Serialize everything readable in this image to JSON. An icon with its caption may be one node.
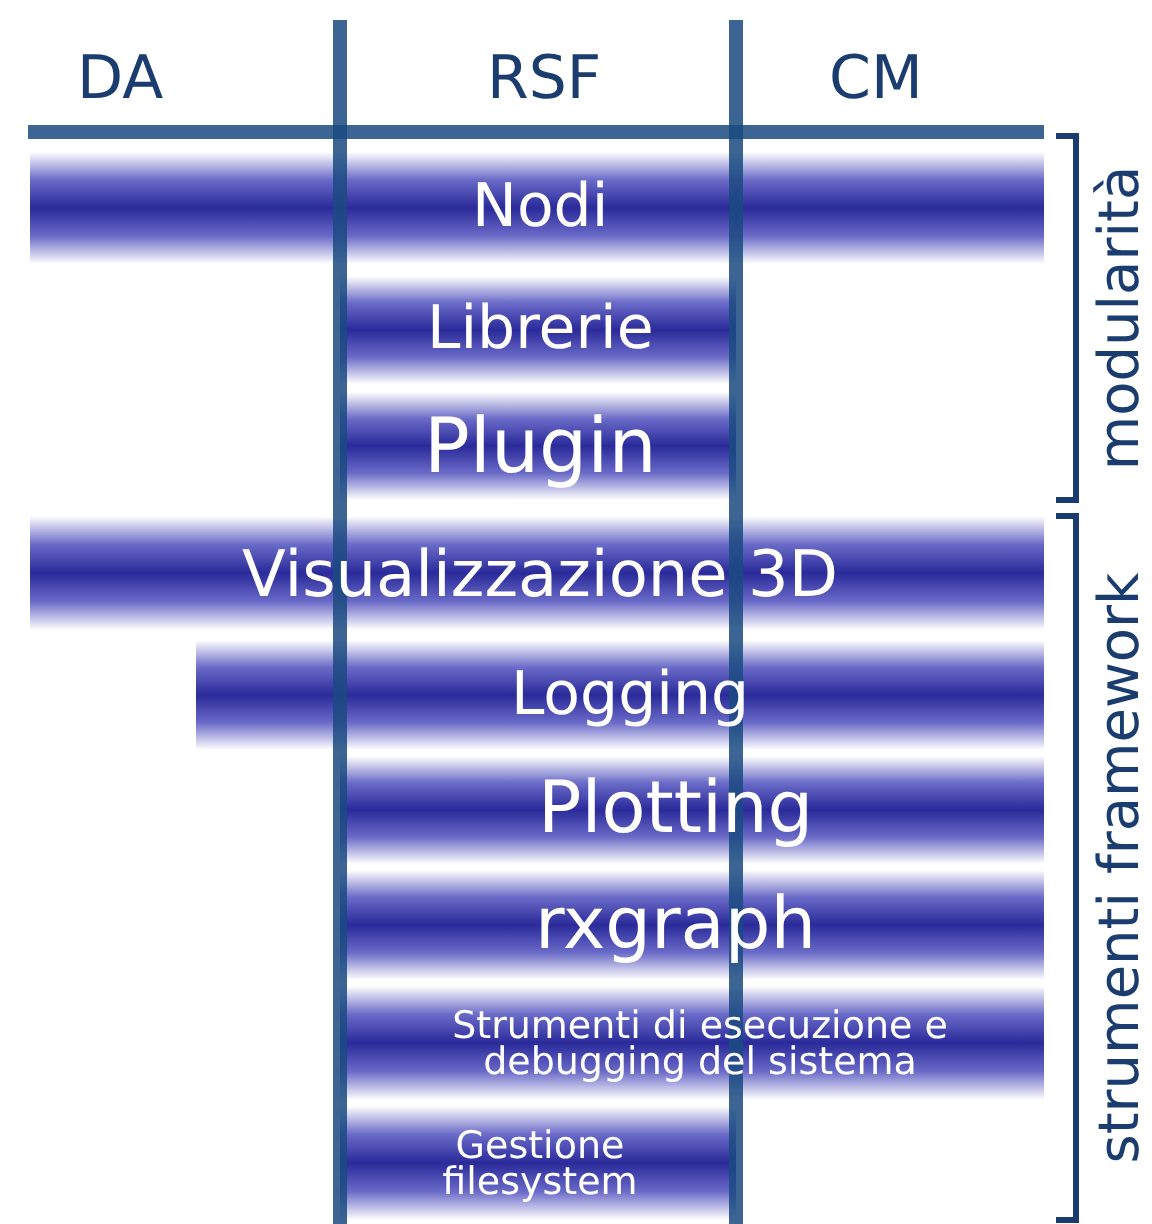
{
  "diagram": {
    "nodes": [
      {
        "text": [
          "Nodi"
        ]
      },
      {
        "text": [
          "Librerie"
        ]
      },
      {
        "text": [
          "Plugin"
        ]
      },
      {
        "text": [
          "Visualizzazione 3D"
        ]
      },
      {
        "text": [
          "Logging"
        ]
      },
      {
        "text": [
          "Plotting"
        ]
      },
      {
        "text": [
          "rxgraph"
        ]
      },
      {
        "text": [
          "Strumenti di esecuzione e debugging del sistema"
        ]
      },
      {
        "text": [
          "Gestione filesystem"
        ]
      }
    ],
    "labels": [
      "DA",
      "RSF",
      "CM",
      "modularità",
      "strumenti framework"
    ]
  }
}
